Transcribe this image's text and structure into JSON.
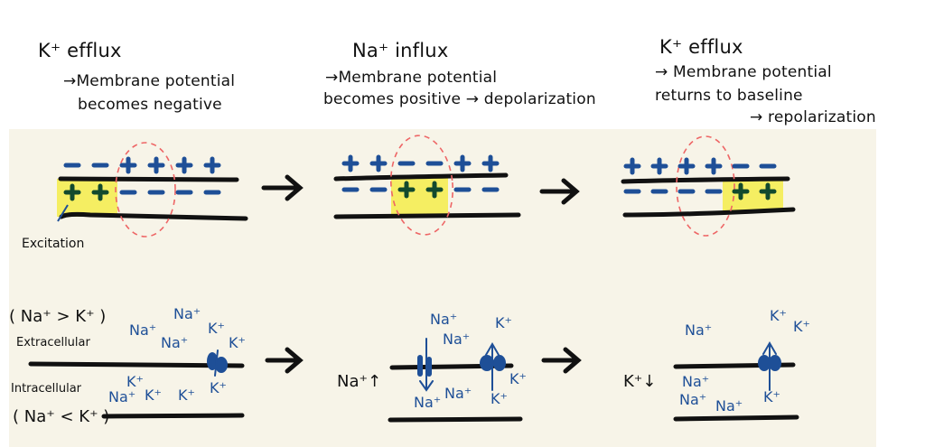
{
  "colors": {
    "background": "#f7f4e8",
    "membrane": "#111111",
    "charge": "#1e4f97",
    "inner_plus": "#124a2e",
    "highlight": "#f4ec4a",
    "circle": "#ee6666"
  },
  "steps": [
    {
      "title": "K⁺ efflux",
      "lines": [
        "→Membrane potential",
        "becomes negative"
      ]
    },
    {
      "title": "Na⁺ influx",
      "lines": [
        "→Membrane potential",
        "becomes positive → depolarization"
      ]
    },
    {
      "title": "K⁺ efflux",
      "lines": [
        "→ Membrane potential",
        "returns to baseline",
        "→ repolarization"
      ]
    }
  ],
  "top_row": {
    "excitation_label": "Excitation",
    "panels": [
      {
        "outer": [
          "-",
          "-",
          "+",
          "+",
          "+",
          "+"
        ],
        "inner": [
          "+",
          "+",
          "-",
          "-",
          "-",
          "-"
        ]
      },
      {
        "outer": [
          "+",
          "+",
          "-",
          "-",
          "+",
          "+"
        ],
        "inner": [
          "-",
          "-",
          "+",
          "+",
          "-",
          "-"
        ]
      },
      {
        "outer": [
          "+",
          "+",
          "+",
          "+",
          "-",
          "-"
        ],
        "inner": [
          "-",
          "-",
          "-",
          "-",
          "+",
          "+"
        ]
      }
    ]
  },
  "bottom_row": {
    "extra_conc": "( Na⁺ > K⁺ )",
    "extracellular": "Extracellular",
    "intracellular": "Intracellular",
    "intra_conc": "( Na⁺ < K⁺ )",
    "panel1": {
      "outside": [
        "Na⁺",
        "Na⁺",
        "Na⁺",
        "K⁺",
        "K⁺"
      ],
      "inside": [
        "K⁺",
        "Na⁺",
        "K⁺",
        "K⁺",
        "K⁺"
      ]
    },
    "panel2": {
      "side_label": "Na⁺↑",
      "outside": [
        "Na⁺",
        "Na⁺",
        "K⁺"
      ],
      "inside": [
        "Na⁺",
        "Na⁺",
        "K⁺",
        "K⁺"
      ]
    },
    "panel3": {
      "side_label": "K⁺↓",
      "outside": [
        "Na⁺",
        "K⁺",
        "K⁺"
      ],
      "inside": [
        "Na⁺",
        "Na⁺",
        "Na⁺",
        "K⁺"
      ]
    }
  },
  "arrow_symbol": "→"
}
